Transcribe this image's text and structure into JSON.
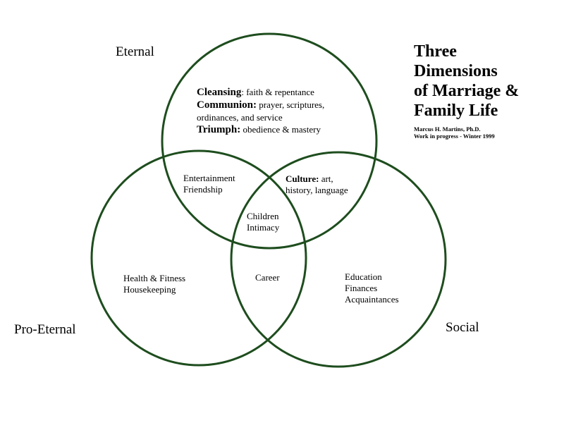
{
  "colors": {
    "circle_stroke": "#1e4d1e",
    "text": "#000000",
    "background": "#ffffff"
  },
  "sets": {
    "eternal": "Eternal",
    "pro_eternal": "Pro-Eternal",
    "social": "Social"
  },
  "title": {
    "line1": "Three",
    "line2": "Dimensions",
    "line3": "of Marriage &",
    "line4": "Family Life"
  },
  "author": {
    "name": "Marcus H. Martins, Ph.D.",
    "note": "Work in progress - Winter 1999"
  },
  "regions": {
    "eternal_only": {
      "cleansing_term": "Cleansing",
      "cleansing_desc": ": faith & repentance",
      "communion_term": "Communion:",
      "communion_desc": " prayer, scriptures,",
      "communion_desc2": "ordinances, and service",
      "triumph_term": "Triumph:",
      "triumph_desc": " obedience & mastery"
    },
    "eternal_pro_eternal": {
      "line1": "Entertainment",
      "line2": "Friendship"
    },
    "eternal_social": {
      "term": "Culture:",
      "desc": " art,",
      "desc2": "history, language"
    },
    "center": {
      "line1": "Children",
      "line2": "Intimacy"
    },
    "pro_eternal_only": {
      "line1": "Health & Fitness",
      "line2": "Housekeeping"
    },
    "pro_eternal_social": {
      "line1": "Career"
    },
    "social_only": {
      "line1": "Education",
      "line2": "Finances",
      "line3": "Acquaintances"
    }
  }
}
